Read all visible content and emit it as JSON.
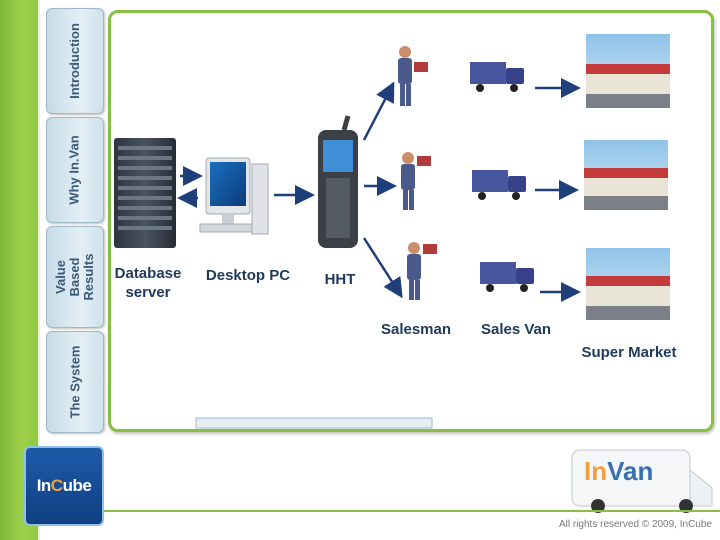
{
  "tabs": [
    "Introduction",
    "Why In.Van",
    "Value Based Results",
    "The System"
  ],
  "nodes": {
    "database": "Database server",
    "desktop": "Desktop PC",
    "hht": "HHT",
    "salesman": "Salesman",
    "sales_van": "Sales Van",
    "super_market": "Super Market"
  },
  "brand": {
    "logo_main": "In",
    "logo_accent": "C",
    "logo_rest": "ube",
    "product_in": "In",
    "product_van": "Van"
  },
  "footer": {
    "copyright": "All rights reserved © 2009, InCube"
  },
  "colors": {
    "accent_green": "#86bf43",
    "navy": "#1f3a5a",
    "arrow": "#1f3f7a"
  }
}
